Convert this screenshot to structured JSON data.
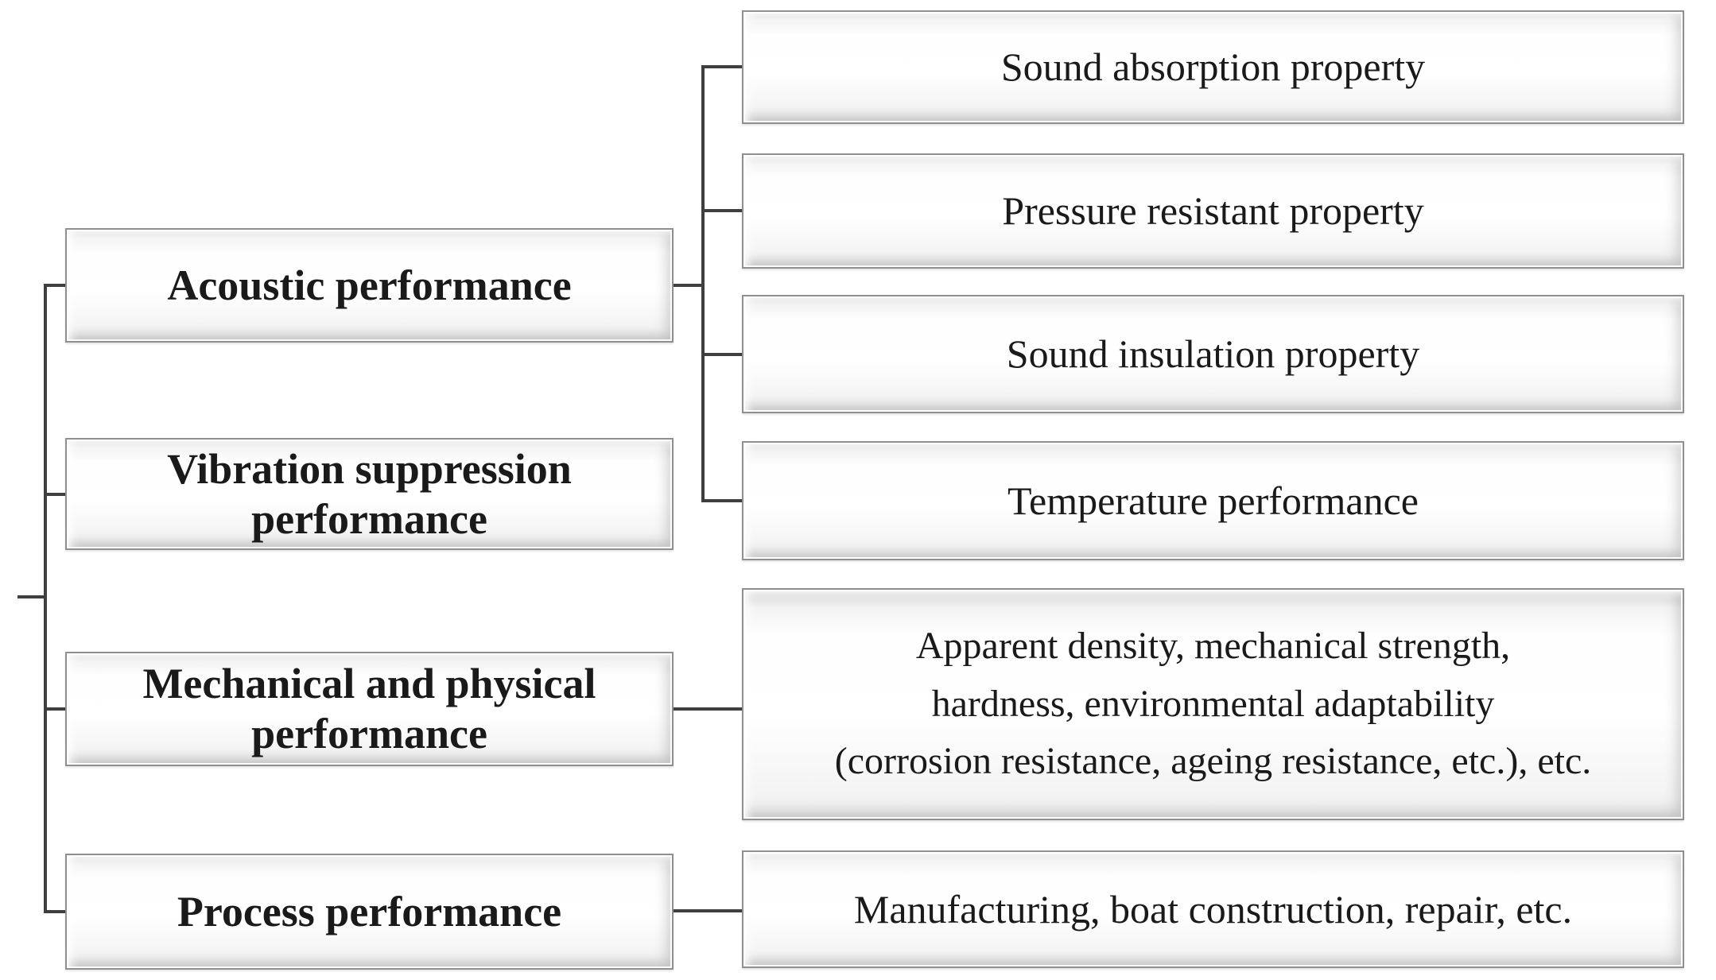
{
  "figure": {
    "description": "Performance requirement tree diagram",
    "colors": {
      "background": "#ffffff",
      "box_fill": "#ffffff",
      "box_border": "#8f8f8f",
      "connector": "#3f3f3f",
      "text": "#1a1a1a"
    },
    "categories": [
      {
        "id": "acoustic",
        "label": "Acoustic performance"
      },
      {
        "id": "vibration",
        "label": "Vibration suppression\nperformance"
      },
      {
        "id": "mechanical",
        "label": "Mechanical and physical\nperformance"
      },
      {
        "id": "process",
        "label": "Process performance"
      }
    ],
    "details": [
      {
        "id": "sound-absorption",
        "parent": "acoustic",
        "label": "Sound absorption property"
      },
      {
        "id": "pressure",
        "parent": "acoustic",
        "label": "Pressure resistant property"
      },
      {
        "id": "sound-insulation",
        "parent": "acoustic",
        "label": "Sound insulation property"
      },
      {
        "id": "temperature",
        "parent": "acoustic",
        "label": "Temperature performance"
      },
      {
        "id": "mech-properties",
        "parent": "mechanical",
        "label": "Apparent density, mechanical strength,\nhardness, environmental adaptability\n(corrosion resistance, ageing resistance, etc.), etc."
      },
      {
        "id": "manufacturing",
        "parent": "process",
        "label": "Manufacturing, boat construction, repair, etc."
      }
    ]
  }
}
